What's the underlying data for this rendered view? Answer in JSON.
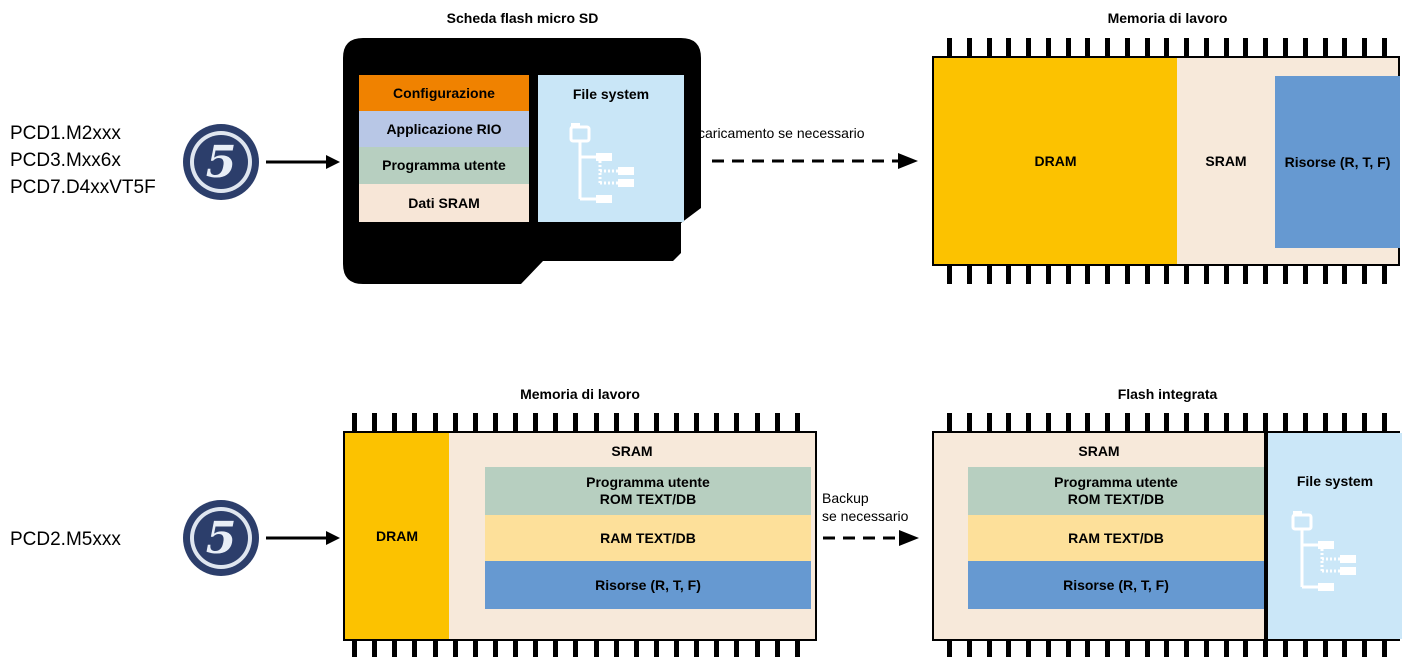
{
  "top": {
    "models": [
      "PCD1.M2xxx",
      "PCD3.Mxx6x",
      "PCD7.D4xxVT5F"
    ],
    "sd_card": {
      "title": "Scheda flash micro SD",
      "blocks": [
        {
          "label": "Configurazione",
          "color": "#f08200"
        },
        {
          "label": "Applicazione RIO",
          "color": "#b8c7e6"
        },
        {
          "label": "Programma utente",
          "color": "#b7cfc0"
        },
        {
          "label": "Dati SRAM",
          "color": "#f7e6d7"
        }
      ],
      "filesystem_label": "File system",
      "filesystem_color": "#c9e6f7"
    },
    "arrow_label": "caricamento se necessario",
    "work_memory": {
      "title": "Memoria di lavoro",
      "dram_label": "DRAM",
      "sram_label": "SRAM",
      "resources_label": "Risorse (R, T, F)"
    }
  },
  "bottom": {
    "model": "PCD2.M5xxx",
    "work_memory": {
      "title": "Memoria di lavoro",
      "dram_label": "DRAM",
      "sram_label": "SRAM",
      "program_line1": "Programma utente",
      "program_line2": "ROM TEXT/DB",
      "ram_label": "RAM TEXT/DB",
      "resources_label": "Risorse (R, T, F)"
    },
    "arrow_label_line1": "Backup",
    "arrow_label_line2": "se necessario",
    "flash": {
      "title": "Flash integrata",
      "sram_label": "SRAM",
      "program_line1": "Programma utente",
      "program_line2": "ROM TEXT/DB",
      "ram_label": "RAM TEXT/DB",
      "resources_label": "Risorse (R, T, F)",
      "filesystem_label": "File system"
    }
  },
  "colors": {
    "dram": "#fcc200",
    "sram_bg": "#f7e9da",
    "resources": "#6699d1",
    "program": "#b7cfc0",
    "ram": "#fde09a",
    "filesystem": "#cbe7f8"
  }
}
